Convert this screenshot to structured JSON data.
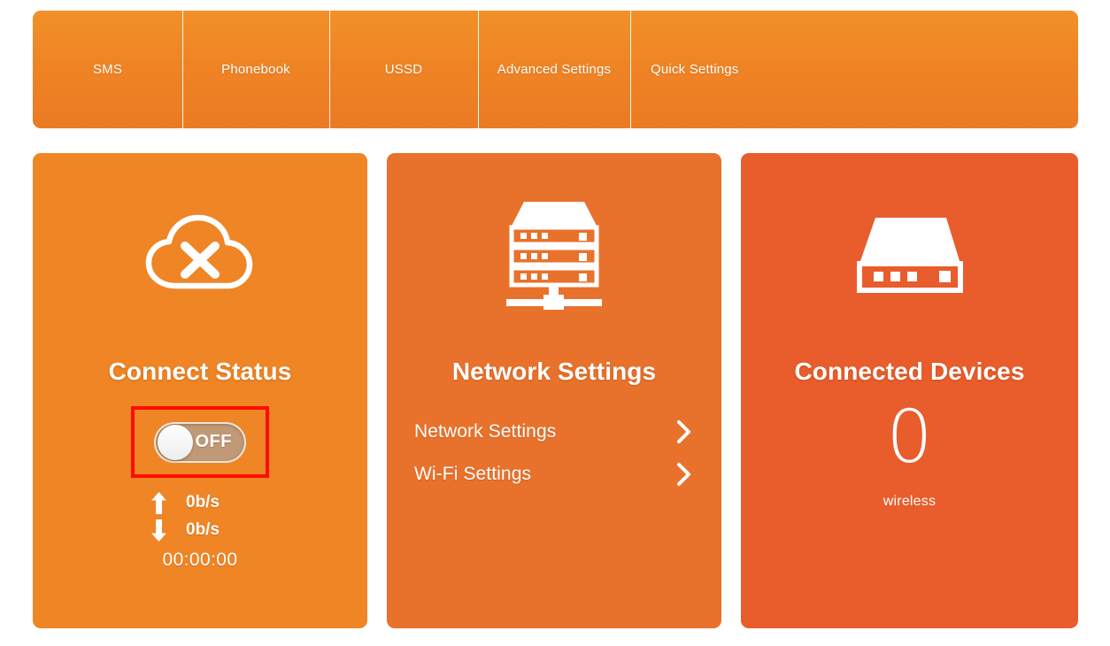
{
  "nav": {
    "items": [
      {
        "label": "SMS",
        "name": "nav-item-sms"
      },
      {
        "label": "Phonebook",
        "name": "nav-item-phonebook"
      },
      {
        "label": "USSD",
        "name": "nav-item-ussd"
      },
      {
        "label": "Advanced Settings",
        "name": "nav-item-advanced-settings"
      },
      {
        "label": "Quick Settings",
        "name": "nav-item-quick-settings"
      }
    ]
  },
  "cards": {
    "connect": {
      "title": "Connect Status",
      "icon": "cloud-disconnected-icon",
      "toggle": {
        "state_label": "OFF",
        "checked": false,
        "highlight_color": "#fb0d00"
      },
      "upload_speed": "0b/s",
      "download_speed": "0b/s",
      "uptime": "00:00:00",
      "background_color": "#ef8525"
    },
    "network": {
      "title": "Network Settings",
      "icon": "server-rack-icon",
      "menu": [
        {
          "label": "Network Settings",
          "name": "menu-row-network-settings"
        },
        {
          "label": "Wi-Fi Settings",
          "name": "menu-row-wifi-settings"
        }
      ],
      "background_color": "#e8722c"
    },
    "devices": {
      "title": "Connected Devices",
      "icon": "router-device-icon",
      "count": "0",
      "kind": "wireless",
      "background_color": "#e95c2c"
    }
  }
}
